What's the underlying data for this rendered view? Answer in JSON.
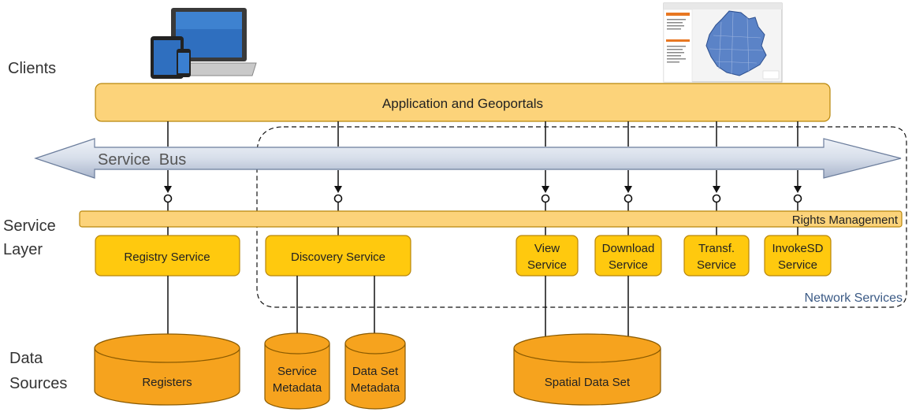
{
  "layers": {
    "clients": "Clients",
    "service_layer": [
      "Service",
      "Layer"
    ],
    "data_sources": [
      "Data",
      "Sources"
    ]
  },
  "application_bar": "Application and Geoportals",
  "service_bus": "Service  Bus",
  "rights_management": "Rights Management",
  "network_services_label": "Network Services",
  "services": {
    "registry": "Registry Service",
    "discovery": "Discovery Service",
    "view": [
      "View",
      "Service"
    ],
    "download": [
      "Download",
      "Service"
    ],
    "transf": [
      "Transf.",
      "Service"
    ],
    "invokesd": [
      "InvokeSD",
      "Service"
    ]
  },
  "data_stores": {
    "registers": "Registers",
    "service_metadata": [
      "Service",
      "Metadata"
    ],
    "dataset_metadata": [
      "Data Set",
      "Metadata"
    ],
    "spatial_data_set": "Spatial Data Set"
  },
  "colors": {
    "bar_fill": "#fcd37a",
    "service_fill": "#ffc90e",
    "db_fill": "#f6a31e",
    "bus_fill": "#d7deea",
    "network_label": "#3b5a85"
  }
}
